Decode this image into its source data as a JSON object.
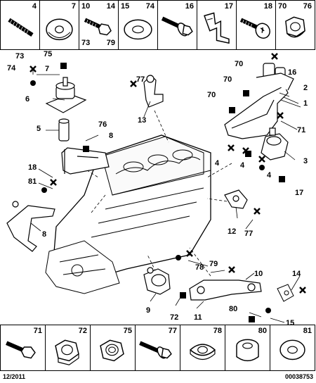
{
  "top_strip": [
    {
      "labels": [
        "4"
      ]
    },
    {
      "labels": [
        "7"
      ]
    },
    {
      "labels": [
        "10",
        "14",
        "73",
        "79"
      ]
    },
    {
      "labels": [
        "15",
        "74"
      ]
    },
    {
      "labels": [
        "16"
      ]
    },
    {
      "labels": [
        "17"
      ]
    },
    {
      "labels": [
        "18"
      ]
    },
    {
      "labels": [
        "70",
        "76"
      ]
    }
  ],
  "bottom_strip": [
    {
      "labels": [
        "71"
      ]
    },
    {
      "labels": [
        "72"
      ]
    },
    {
      "labels": [
        "75"
      ]
    },
    {
      "labels": [
        "77"
      ]
    },
    {
      "labels": [
        "78"
      ]
    },
    {
      "labels": [
        "80"
      ]
    },
    {
      "labels": [
        "81"
      ]
    }
  ],
  "callouts": {
    "c73": "73",
    "c74": "74",
    "c75": "75",
    "c7": "7",
    "c6": "6",
    "c5": "5",
    "c76": "76",
    "c8a": "8",
    "c18": "18",
    "c81": "81",
    "c8b": "8",
    "c77a": "77",
    "c13": "13",
    "c70a": "70",
    "c16": "16",
    "c70b": "70",
    "c2": "2",
    "c70c": "70",
    "c1": "1",
    "c71": "71",
    "c3": "3",
    "c4a": "4",
    "c4b": "4",
    "c4c": "4",
    "c17": "17",
    "c12": "12",
    "c77b": "77",
    "c79": "79",
    "c78": "78",
    "c10": "10",
    "c14": "14",
    "c9": "9",
    "c72": "72",
    "c11": "11",
    "c80": "80",
    "c15": "15"
  },
  "footer": {
    "date": "12/2011",
    "ref": "00038753"
  }
}
